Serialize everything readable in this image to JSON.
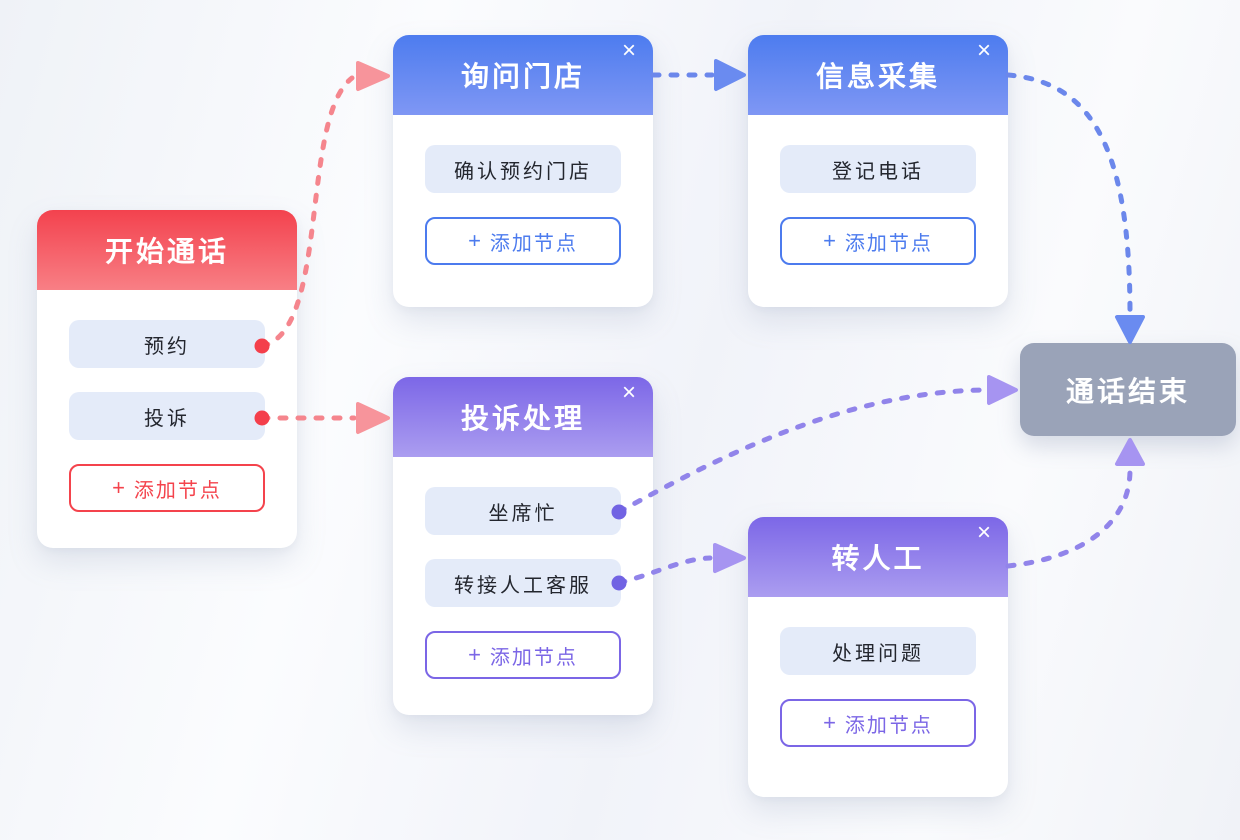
{
  "ui": {
    "close_glyph": "×",
    "plus_glyph": "+",
    "add_node_label": "添加节点"
  },
  "colors": {
    "red": "#F4434C",
    "red_top": "#F3424E",
    "red_bottom": "#F87F85",
    "red_line": "#F5858D",
    "red_head": "#F7949B",
    "red_dot": "#F43F4B",
    "blue": "#4C7BEE",
    "blue_top": "#4D7CEF",
    "blue_bottom": "#7F97F4",
    "blue_line": "#6B87EB",
    "blue_head": "#6A8BF0",
    "purple": "#7B66E6",
    "purple_top": "#7C67E7",
    "purple_bottom": "#AB9DF0",
    "purple_line": "#9184EA",
    "purple_head": "#A694F1",
    "purple_dot": "#7163E3",
    "gray_node": "#9AA3B8",
    "pill_bg": "#E4EBF9",
    "text_dark": "#23262E"
  },
  "nodes": {
    "start_call": {
      "title": "开始通话",
      "theme": "red",
      "items": [
        "预约",
        "投诉"
      ]
    },
    "ask_store": {
      "title": "询问门店",
      "theme": "blue",
      "items": [
        "确认预约门店"
      ]
    },
    "info_collect": {
      "title": "信息采集",
      "theme": "blue",
      "items": [
        "登记电话"
      ]
    },
    "complaint": {
      "title": "投诉处理",
      "theme": "purple",
      "items": [
        "坐席忙",
        "转接人工客服"
      ]
    },
    "transfer_human": {
      "title": "转人工",
      "theme": "purple",
      "items": [
        "处理问题"
      ]
    },
    "end_call": {
      "title": "通话结束"
    }
  },
  "edges": [
    {
      "id": "appointment-to-ask-store",
      "from": "开始通话.预约",
      "to": "询问门店",
      "color": "red"
    },
    {
      "id": "complaint-to-complaint-handling",
      "from": "开始通话.投诉",
      "to": "投诉处理",
      "color": "red"
    },
    {
      "id": "ask-store-to-info-collect",
      "from": "询问门店",
      "to": "信息采集",
      "color": "blue"
    },
    {
      "id": "info-collect-to-end",
      "from": "信息采集",
      "to": "通话结束",
      "color": "blue"
    },
    {
      "id": "agent-busy-to-end",
      "from": "投诉处理.坐席忙",
      "to": "通话结束",
      "color": "purple"
    },
    {
      "id": "transfer-item-to-transfer-node",
      "from": "投诉处理.转接人工客服",
      "to": "转人工",
      "color": "purple"
    },
    {
      "id": "transfer-node-to-end",
      "from": "转人工",
      "to": "通话结束",
      "color": "purple"
    }
  ]
}
